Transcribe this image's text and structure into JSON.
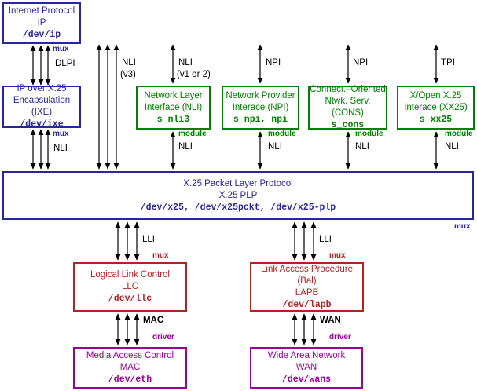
{
  "boxes": {
    "ip": {
      "line1": "Internet Protocol",
      "line2": "IP",
      "dev": "/dev/ip"
    },
    "ixe": {
      "line1": "IP over X.25",
      "line2": "Encapsulation (IXE)",
      "dev": "/dev/ixe"
    },
    "nli": {
      "line1": "Network Layer",
      "line2": "Interface (NLI)",
      "dev": "s_nli3"
    },
    "npi": {
      "line1": "Network Provider",
      "line2": "Interace (NPI)",
      "dev": "s_npi, npi"
    },
    "cons": {
      "line1": "Connect.–Oriented",
      "line2": "Ntwk. Serv. (CONS)",
      "dev": "s_cons"
    },
    "xx25": {
      "line1": "X/Open X.25",
      "line2": "Interace (XX25)",
      "dev": "s_xx25"
    },
    "plp": {
      "line1": "X.25 Packet Layer Protocol",
      "line2": "X.25 PLP",
      "dev": "/dev/x25, /dev/x25pckt, /dev/x25-plp"
    },
    "llc": {
      "line1": "Logical Link Control",
      "line2": "LLC",
      "dev": "/dev/llc"
    },
    "lapb": {
      "line1": "Link Access Procedure (Bal)",
      "line2": "LAPB",
      "dev": "/dev/lapb"
    },
    "mac": {
      "line1": "Media Access Control",
      "line2": "MAC",
      "dev": "/dev/eth"
    },
    "wan": {
      "line1": "Wide Area Network",
      "line2": "WAN",
      "dev": "/dev/wans"
    }
  },
  "labels": {
    "mux": "mux",
    "module": "module",
    "driver": "driver",
    "dlpi": "DLPI",
    "nli": "NLI",
    "nli_v3": "(v3)",
    "nli_v12": "(v1 or 2)",
    "npi": "NPI",
    "tpi": "TPI",
    "lli": "LLI",
    "mac": "MAC",
    "wan": "WAN"
  },
  "colors": {
    "blue": "#28289b",
    "green": "#008000",
    "red": "#b22222",
    "magenta": "#990099",
    "arrow": "#000000",
    "background": "#ffffff"
  }
}
